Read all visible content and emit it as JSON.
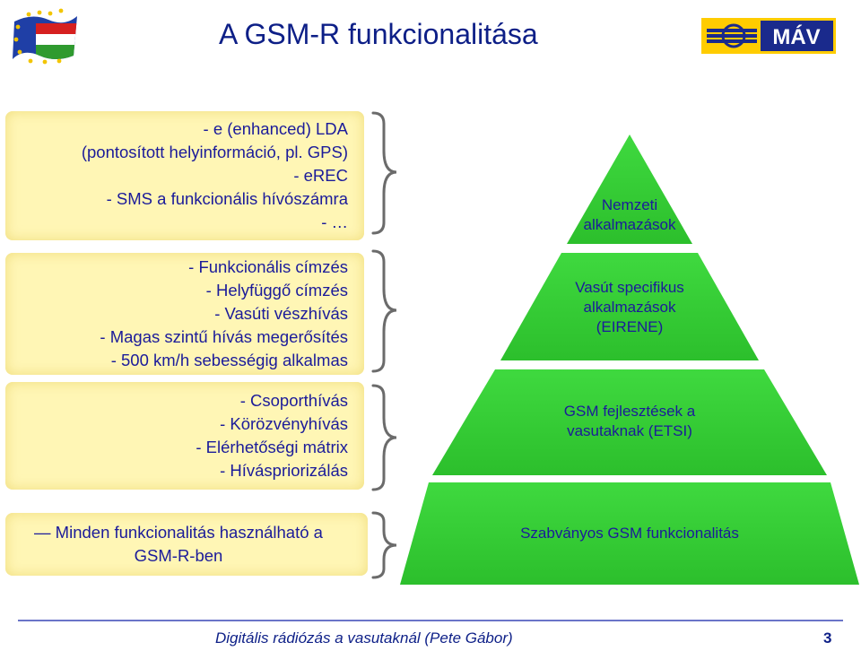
{
  "header": {
    "title": "A GSM-R funkcionalitása",
    "mav_logo_text": "MÁV"
  },
  "boxes": [
    {
      "lines": [
        "- e (enhanced) LDA",
        "(pontosított helyinformáció, pl. GPS)",
        "- eREC",
        "- SMS a funkcionális hívószámra",
        "- …"
      ]
    },
    {
      "lines": [
        "- Funkcionális címzés",
        "- Helyfüggő címzés",
        "- Vasúti vészhívás",
        "- Magas szintű hívás megerősítés",
        "- 500 km/h sebességig alkalmas"
      ]
    },
    {
      "lines": [
        "- Csoporthívás",
        "- Körözvényhívás",
        "- Elérhetőségi mátrix",
        "- Híváspriorizálás"
      ]
    },
    {
      "lines": [
        "— Minden funkcionalitás használható a",
        "GSM-R-ben"
      ]
    }
  ],
  "pyramid": [
    {
      "lines": [
        "Nemzeti",
        "alkalmazások"
      ]
    },
    {
      "lines": [
        "Vasút specifikus",
        "alkalmazások",
        "(EIRENE)"
      ]
    },
    {
      "lines": [
        "GSM fejlesztések a",
        "vasutaknak (ETSI)"
      ]
    },
    {
      "lines": [
        "Szabványos GSM funkcionalitás"
      ]
    }
  ],
  "footer": {
    "text": "Digitális rádiózás a vasutaknál (Pete Gábor)",
    "page_number": "3"
  },
  "colors": {
    "title": "#0d1f87",
    "text": "#1b1b9a",
    "box_fill": "#fff6b5",
    "pyramid_fill": "#33cc33",
    "mav_yellow": "#ffcc00",
    "mav_blue": "#1a2a8c"
  }
}
